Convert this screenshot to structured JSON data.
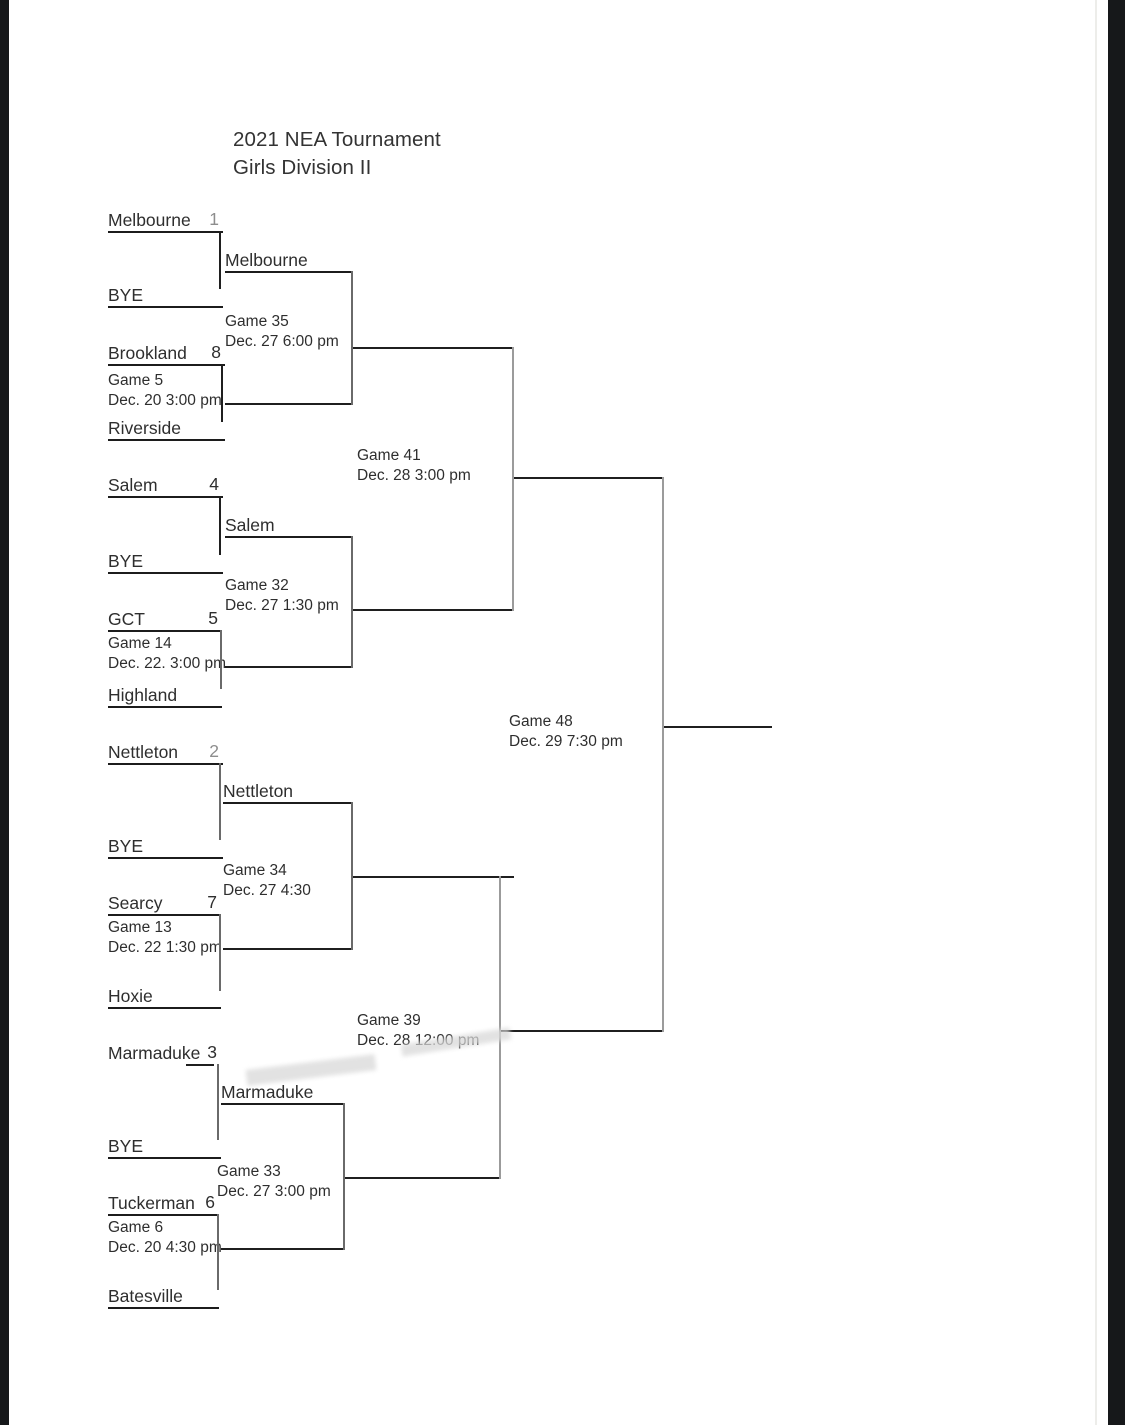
{
  "document": {
    "title_line1": "2021 NEA Tournament",
    "title_line2": "Girls Division II"
  },
  "bracket": {
    "round1": [
      {
        "name": "Melbourne",
        "seed": "1"
      },
      {
        "name": "BYE",
        "seed": ""
      },
      {
        "name": "Brookland",
        "seed": "8"
      },
      {
        "name": "Riverside",
        "seed": ""
      },
      {
        "name": "Salem",
        "seed": "4"
      },
      {
        "name": "BYE",
        "seed": ""
      },
      {
        "name": "GCT",
        "seed": "5"
      },
      {
        "name": "Highland",
        "seed": ""
      },
      {
        "name": "Nettleton",
        "seed": "2"
      },
      {
        "name": "BYE",
        "seed": ""
      },
      {
        "name": "Searcy",
        "seed": "7"
      },
      {
        "name": "Hoxie",
        "seed": ""
      },
      {
        "name": "Marmaduke",
        "seed": "3"
      },
      {
        "name": "BYE",
        "seed": ""
      },
      {
        "name": "Tuckerman",
        "seed": "6"
      },
      {
        "name": "Batesville",
        "seed": ""
      }
    ],
    "round2_winners": [
      {
        "name": "Melbourne"
      },
      {
        "name": "Salem"
      },
      {
        "name": "Nettleton"
      },
      {
        "name": "Marmaduke"
      }
    ],
    "games": [
      {
        "id": "game-5",
        "label": "Game 5",
        "datetime": "Dec. 20 3:00 pm"
      },
      {
        "id": "game-14",
        "label": "Game 14",
        "datetime": "Dec. 22. 3:00 pm"
      },
      {
        "id": "game-13",
        "label": "Game 13",
        "datetime": "Dec. 22 1:30 pm"
      },
      {
        "id": "game-6",
        "label": "Game 6",
        "datetime": "Dec. 20 4:30 pm"
      },
      {
        "id": "game-35",
        "label": "Game 35",
        "datetime": "Dec. 27 6:00 pm"
      },
      {
        "id": "game-32",
        "label": "Game 32",
        "datetime": "Dec. 27 1:30 pm"
      },
      {
        "id": "game-34",
        "label": "Game 34",
        "datetime": "Dec. 27 4:30"
      },
      {
        "id": "game-33",
        "label": "Game 33",
        "datetime": "Dec. 27 3:00 pm"
      },
      {
        "id": "game-41",
        "label": "Game 41",
        "datetime": "Dec. 28 3:00 pm"
      },
      {
        "id": "game-39",
        "label": "Game 39",
        "datetime": "Dec. 28 12:00 pm"
      },
      {
        "id": "game-48",
        "label": "Game 48",
        "datetime": "Dec. 29 7:30 pm"
      }
    ]
  }
}
